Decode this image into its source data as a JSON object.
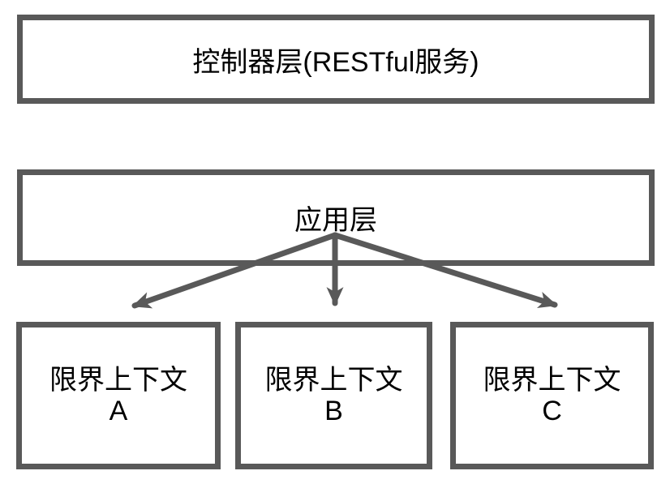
{
  "diagram": {
    "title": "layered-architecture-diagram",
    "colors": {
      "background": "#ffffff",
      "line": "#595959",
      "text": "#000000"
    },
    "boxes": {
      "controller": {
        "label": "控制器层(RESTful服务)"
      },
      "application": {
        "label": "应用层"
      },
      "contexts": [
        {
          "name": "限界上下文",
          "suffix": "A"
        },
        {
          "name": "限界上下文",
          "suffix": "B"
        },
        {
          "name": "限界上下文",
          "suffix": "C"
        }
      ]
    },
    "arrows": [
      {
        "from": "应用层",
        "to": "限界上下文 A"
      },
      {
        "from": "应用层",
        "to": "限界上下文 B"
      },
      {
        "from": "应用层",
        "to": "限界上下文 C"
      }
    ]
  }
}
